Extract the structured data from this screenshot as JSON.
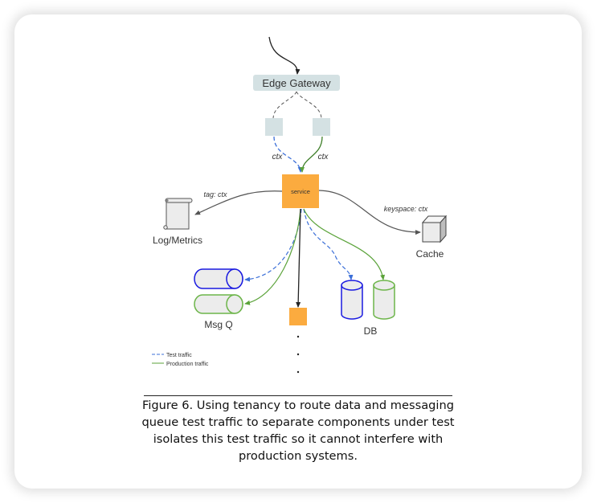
{
  "figure": {
    "nodes": {
      "gateway": "Edge Gateway",
      "service": "service",
      "log": "Log/Metrics",
      "cache": "Cache",
      "msgq": "Msg Q",
      "db": "DB"
    },
    "edge_labels": {
      "test_ctx": "ctx",
      "prod_ctx": "ctx",
      "log_tag": "tag: ctx",
      "cache_keyspace": "keyspace: ctx"
    },
    "legend": [
      {
        "label": "Test traffic",
        "style": "dashed",
        "color": "#3b6fd8"
      },
      {
        "label": "Production traffic",
        "style": "solid",
        "color": "#5ba33a"
      }
    ],
    "continuation": "· · ·"
  },
  "colors": {
    "test": "#3b6fd8",
    "prod": "#5ba33a",
    "service": "#fbab3f",
    "gateway": "#d4e1e3",
    "blue_store": "#1a1ae0",
    "green_store": "#6db54a"
  },
  "caption": "Figure 6. Using tenancy to route data and messaging queue test traffic to separate components under test isolates this test traffic so it cannot interfere with production systems."
}
